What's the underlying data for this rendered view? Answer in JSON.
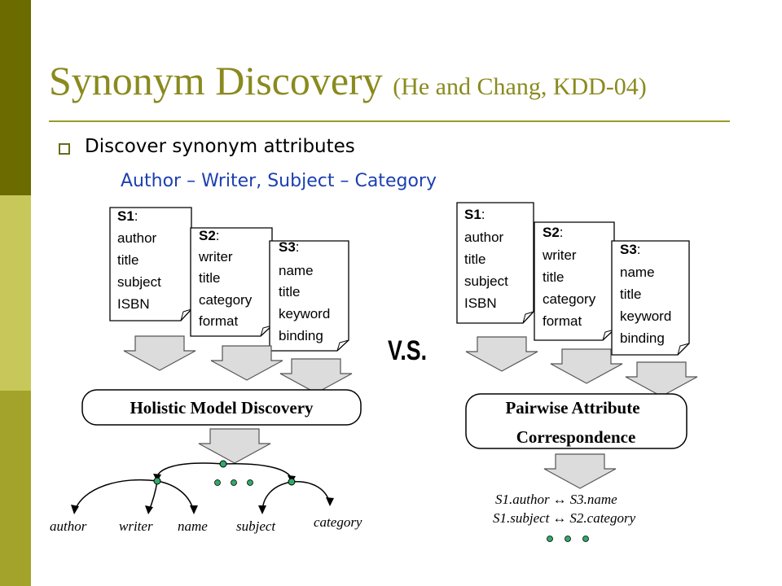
{
  "title": {
    "main": "Synonym Discovery",
    "citation": "(He and Chang, KDD-04)"
  },
  "bullet": {
    "text": "Discover synonym attributes"
  },
  "example": {
    "a1": "Author",
    "sep1": " – ",
    "a2": "Writer",
    "comma": ", ",
    "a3": "Subject",
    "sep2": " – ",
    "a4": "Category"
  },
  "sources": [
    {
      "name": "S1",
      "colon": ":",
      "attributes": [
        "author",
        "title",
        "subject",
        "ISBN"
      ]
    },
    {
      "name": "S2",
      "colon": ":",
      "attributes": [
        "writer",
        "title",
        "category",
        "format"
      ]
    },
    {
      "name": "S3",
      "colon": ":",
      "attributes": [
        "name",
        "title",
        "keyword",
        "binding"
      ]
    }
  ],
  "left_box": {
    "label": "Holistic Model Discovery"
  },
  "right_box": {
    "line1": "Pairwise Attribute",
    "line2": "Correspondence"
  },
  "vs": "V.S.",
  "tree_leaves": [
    "author",
    "writer",
    "name",
    "subject",
    "category"
  ],
  "correspondences": [
    {
      "left": "S1.author",
      "arrow": "↔",
      "right": "S3.name"
    },
    {
      "left": "S1.subject",
      "arrow": "↔",
      "right": "S2.category"
    }
  ],
  "colors": {
    "title": "#8a8a1f",
    "example_text": "#1c3fb0",
    "sidebar_dark": "#6b6b00",
    "sidebar_light": "#c8c85a",
    "sidebar_mid": "#a3a32c",
    "dot_fill": "#2faa6a",
    "arrow_fill": "#dcdcdc"
  }
}
